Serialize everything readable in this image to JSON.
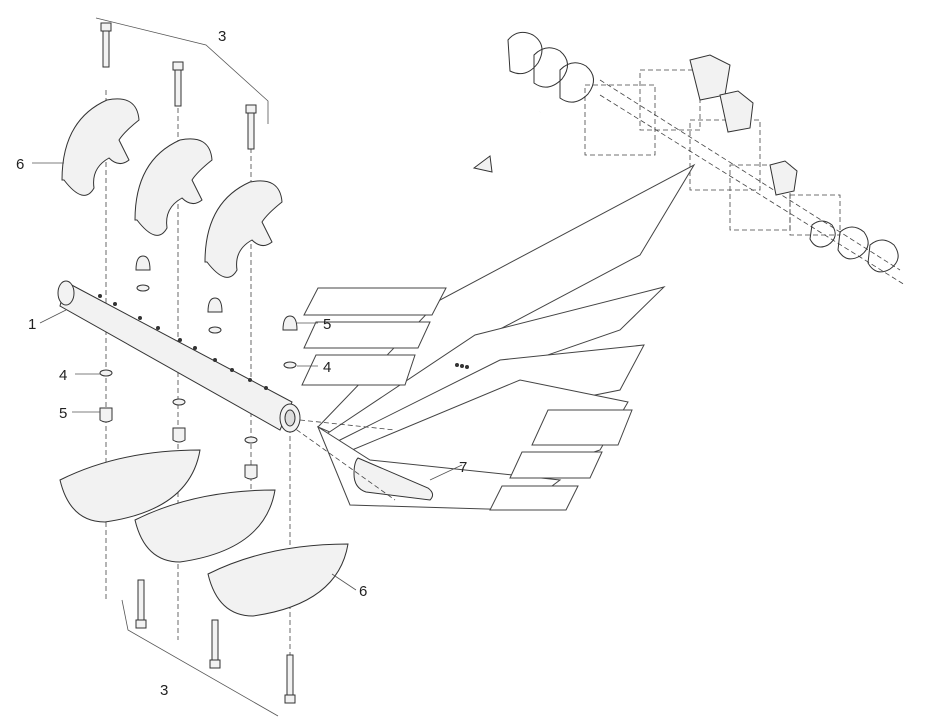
{
  "diagram": {
    "callouts": [
      {
        "id": "c3-top",
        "label": "3"
      },
      {
        "id": "c6-left",
        "label": "6"
      },
      {
        "id": "c1",
        "label": "1"
      },
      {
        "id": "c4-left",
        "label": "4"
      },
      {
        "id": "c5-left",
        "label": "5"
      },
      {
        "id": "c5-right",
        "label": "5"
      },
      {
        "id": "c4-right",
        "label": "4"
      },
      {
        "id": "c7",
        "label": "7"
      },
      {
        "id": "c6-right",
        "label": "6"
      },
      {
        "id": "c3-bottom",
        "label": "3"
      }
    ]
  },
  "colors": {
    "line": "#333333",
    "fill": "#f2f2f2",
    "background": "#ffffff"
  }
}
